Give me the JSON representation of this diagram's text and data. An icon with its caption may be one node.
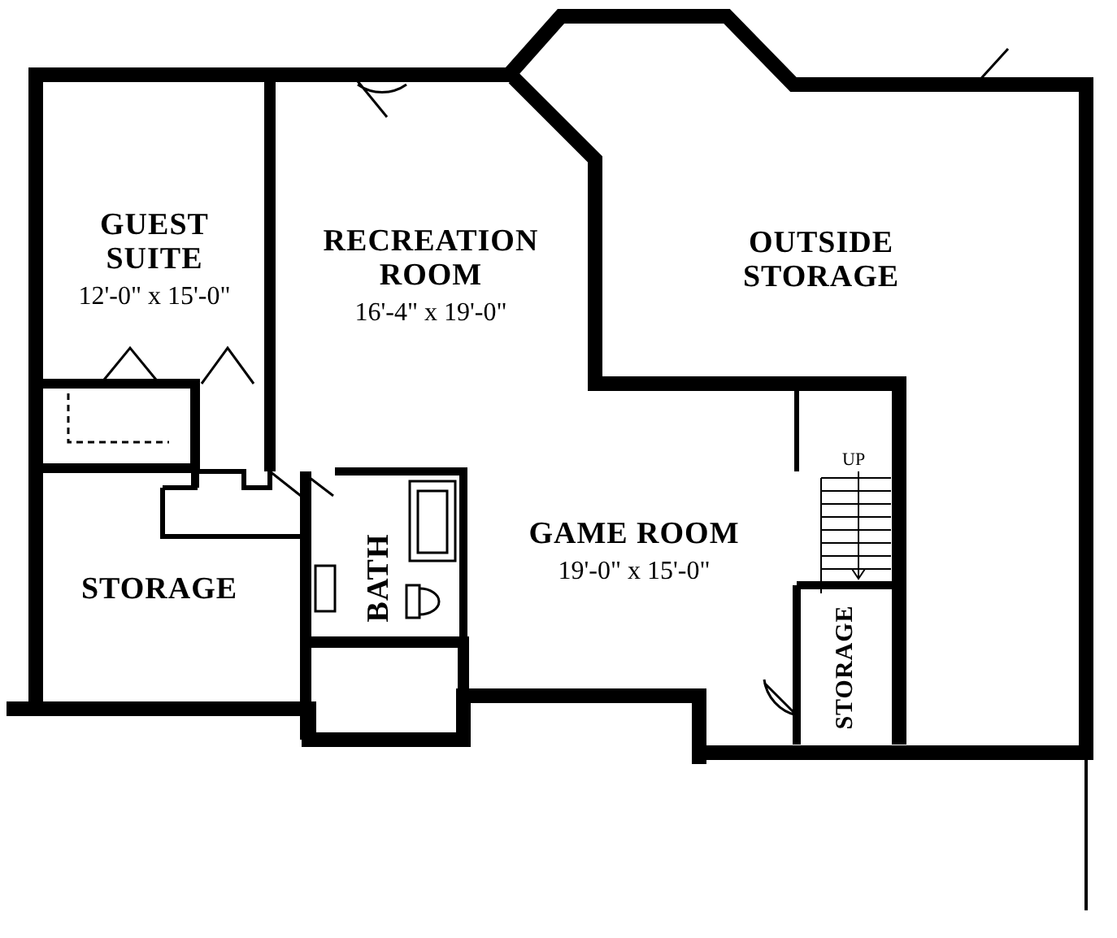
{
  "diagram": {
    "nodes": [
      {
        "text": [
          "GUEST SUITE",
          "12'-0\" x 15'-0\""
        ]
      },
      {
        "text": [
          "RECREATION ROOM",
          "16'-4\" x 19'-0\""
        ]
      },
      {
        "text": [
          "OUTSIDE STORAGE"
        ]
      },
      {
        "text": [
          "STORAGE"
        ]
      },
      {
        "text": [
          "BATH"
        ]
      },
      {
        "text": [
          "GAME ROOM",
          "19'-0\" x 15'-0\""
        ]
      },
      {
        "text": [
          "STORAGE"
        ]
      }
    ],
    "labels": [
      "UP"
    ]
  }
}
